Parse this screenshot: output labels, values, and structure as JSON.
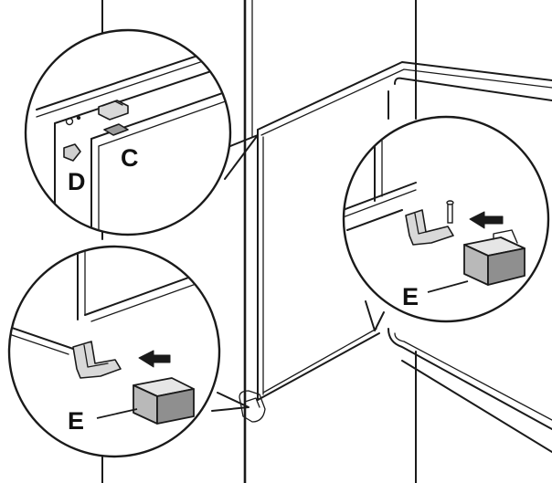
{
  "callouts": {
    "c": "C",
    "d": "D",
    "e_left": "E",
    "e_right": "E"
  },
  "colors": {
    "line": "#1a1a1a",
    "block_front": "#b9b9b9",
    "block_side": "#8f8f8f",
    "bracket": "#d9d9d9"
  }
}
